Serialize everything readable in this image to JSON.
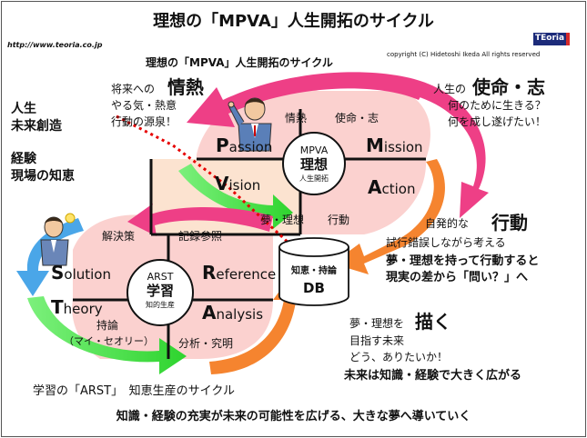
{
  "title": "理想の「MPVA」人生開拓のサイクル",
  "subtitle": "理想の「MPVA」人生開拓のサイクル",
  "url": "http://www.teoria.co.jp",
  "copyright": "copyright (C)  Hidetoshi Ikeda All rights reserved",
  "logo_text": "TEoria",
  "left_notes": {
    "jinsei_1": "人生",
    "jinsei_2": "未来創造",
    "keiken_1": "経験",
    "keiken_2": "現場の知恵"
  },
  "passion_note": {
    "line1": "将来への",
    "keyword": "情熱",
    "line2": "やる気・熱意",
    "line3": "行動の源泉！"
  },
  "mission_note": {
    "line1": "人生の",
    "keyword": "使命・志",
    "line2": "何のために生きる？",
    "line3": "何を成し遂げたい！"
  },
  "action_note": {
    "line1": "自発的な",
    "keyword": "行動",
    "line2": "試行錯誤しながら考える",
    "line3": "夢・理想を持って行動すると",
    "line4": "現実の差から「問い？」へ"
  },
  "vision_note": {
    "line1": "夢・理想を",
    "keyword": "描く",
    "line2": "目指す未来",
    "line3": "どう、ありたいか！",
    "line4": "未来は知識・経験で大きく広がる"
  },
  "mpva": {
    "center_top": "MPVA",
    "center_main": "理想",
    "center_sub": "人生開拓",
    "passion_cap": "P",
    "passion_rest": "assion",
    "mission_cap": "M",
    "mission_rest": "ission",
    "vision_cap": "V",
    "vision_rest": "ision",
    "action_cap": "A",
    "action_rest": "ction",
    "label_passion": "情熱",
    "label_mission": "使命・志",
    "label_vision": "夢・理想",
    "label_action": "行動"
  },
  "arst": {
    "center_top": "ARST",
    "center_main": "学習",
    "center_sub": "知的生産",
    "solution_cap": "S",
    "solution_rest": "olution",
    "reference_cap": "R",
    "reference_rest": "eference",
    "theory_cap": "T",
    "theory_rest": "heory",
    "analysis_cap": "A",
    "analysis_rest": "nalysis",
    "label_solution": "解決策",
    "label_reference": "記録参照",
    "label_theory_1": "持論",
    "label_theory_2": "（マイ・セオリー）",
    "label_analysis": "分析・究明"
  },
  "db": {
    "top": "知恵・持論",
    "main": "DB"
  },
  "bottom_caption": "学習の「ARST」　知恵生産のサイクル",
  "footer": "知識・経験の充実が未来の可能性を広げる、大きな夢へ導いていく",
  "colors": {
    "red_arrow": "#ee3f86",
    "orange_arrow": "#f5842f",
    "green_arrow": "#4ee44e",
    "blue_arrow": "#4aa6e8",
    "pink_fill": "#fbd1cf",
    "peach_fill": "#fce3d0",
    "dotted_line": "#e60000"
  }
}
